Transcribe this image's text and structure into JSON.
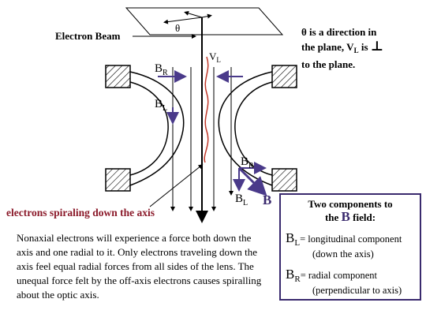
{
  "diagram": {
    "theta_label": "θ",
    "electron_beam_label": "Electron Beam",
    "vl_label": "V",
    "vl_sub": "L",
    "br_label_left": "B",
    "br_sub_left": "R",
    "bl_label_left": "B",
    "bl_sub_left": "L",
    "br_label_right": "B",
    "br_sub_right": "R",
    "bl_label_right": "B",
    "bl_sub_right": "L",
    "b_label": "B",
    "spiral_caption": "electrons spiraling down the axis"
  },
  "note": {
    "line1": "θ  is a direction in",
    "line2_a": "the plane, V",
    "line2_sub": "L",
    "line2_b": "  is ",
    "perp": "⊥",
    "line3": "to the plane."
  },
  "paragraph": "Nonaxial electrons will experience a force both down the axis and one radial to it.  Only electrons traveling down the axis feel equal radial forces from all sides of the lens.  The unequal force felt by the off-axis electrons causes spiralling about the optic axis.",
  "components": {
    "title_line1": "Two components to",
    "title_line2_a": "the ",
    "title_B": "B",
    "title_line2_b": " field:",
    "bl_sym": "B",
    "bl_sub": "L",
    "bl_text": "= longitudinal component",
    "bl_detail": "(down the axis)",
    "br_sym": "B",
    "br_sub": "R",
    "br_text": "= radial component",
    "br_detail": "(perpendicular to axis)"
  },
  "colors": {
    "arrow_purple": "#4a3a8a",
    "spiral_red": "#c0392b",
    "caption_red": "#8b1a2a",
    "box_border": "#3a2a6e"
  }
}
